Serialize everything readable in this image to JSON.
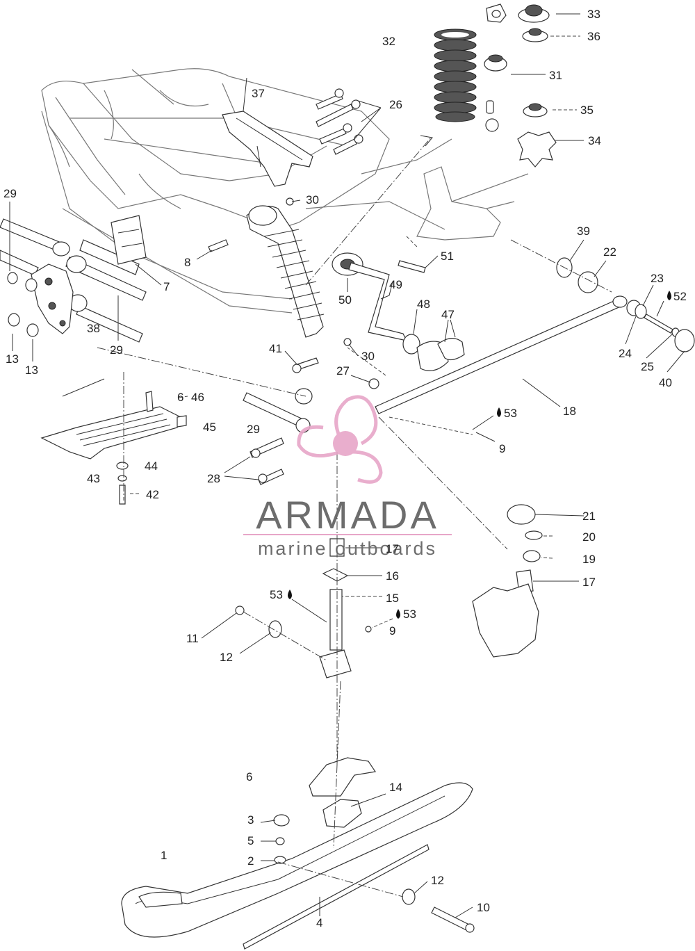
{
  "brand": {
    "name": "ARMADA",
    "tagline": "marine outboards",
    "colors": {
      "logo": "#e7a6c8",
      "text": "#6d6d6d"
    }
  },
  "callouts": [
    {
      "id": "c1",
      "text": "1"
    },
    {
      "id": "c2",
      "text": "2"
    },
    {
      "id": "c3",
      "text": "3"
    },
    {
      "id": "c4",
      "text": "4"
    },
    {
      "id": "c5",
      "text": "5"
    },
    {
      "id": "c6a",
      "text": "6"
    },
    {
      "id": "c6b",
      "text": "6"
    },
    {
      "id": "c7",
      "text": "7"
    },
    {
      "id": "c8",
      "text": "8"
    },
    {
      "id": "c9a",
      "text": "9"
    },
    {
      "id": "c9b",
      "text": "9"
    },
    {
      "id": "c10",
      "text": "10"
    },
    {
      "id": "c11",
      "text": "11"
    },
    {
      "id": "c12a",
      "text": "12"
    },
    {
      "id": "c12b",
      "text": "12"
    },
    {
      "id": "c13a",
      "text": "13"
    },
    {
      "id": "c13b",
      "text": "13"
    },
    {
      "id": "c14",
      "text": "14"
    },
    {
      "id": "c15",
      "text": "15"
    },
    {
      "id": "c16",
      "text": "16"
    },
    {
      "id": "c17a",
      "text": "17"
    },
    {
      "id": "c17b",
      "text": "17"
    },
    {
      "id": "c18",
      "text": "18"
    },
    {
      "id": "c19",
      "text": "19"
    },
    {
      "id": "c20",
      "text": "20"
    },
    {
      "id": "c21",
      "text": "21"
    },
    {
      "id": "c22",
      "text": "22"
    },
    {
      "id": "c23",
      "text": "23"
    },
    {
      "id": "c24",
      "text": "24"
    },
    {
      "id": "c25",
      "text": "25"
    },
    {
      "id": "c26",
      "text": "26"
    },
    {
      "id": "c27",
      "text": "27"
    },
    {
      "id": "c28",
      "text": "28"
    },
    {
      "id": "c29a",
      "text": "29"
    },
    {
      "id": "c29b",
      "text": "29"
    },
    {
      "id": "c29c",
      "text": "29"
    },
    {
      "id": "c30a",
      "text": "30"
    },
    {
      "id": "c30b",
      "text": "30"
    },
    {
      "id": "c31",
      "text": "31"
    },
    {
      "id": "c32",
      "text": "32"
    },
    {
      "id": "c33",
      "text": "33"
    },
    {
      "id": "c34",
      "text": "34"
    },
    {
      "id": "c35",
      "text": "35"
    },
    {
      "id": "c36",
      "text": "36"
    },
    {
      "id": "c37",
      "text": "37"
    },
    {
      "id": "c38",
      "text": "38"
    },
    {
      "id": "c39",
      "text": "39"
    },
    {
      "id": "c40",
      "text": "40"
    },
    {
      "id": "c41",
      "text": "41"
    },
    {
      "id": "c42",
      "text": "42"
    },
    {
      "id": "c43",
      "text": "43"
    },
    {
      "id": "c44",
      "text": "44"
    },
    {
      "id": "c45",
      "text": "45"
    },
    {
      "id": "c46",
      "text": "46"
    },
    {
      "id": "c47",
      "text": "47"
    },
    {
      "id": "c48",
      "text": "48"
    },
    {
      "id": "c49",
      "text": "49"
    },
    {
      "id": "c50",
      "text": "50"
    },
    {
      "id": "c51",
      "text": "51"
    },
    {
      "id": "c52",
      "text": "52"
    },
    {
      "id": "c53a",
      "text": "53"
    },
    {
      "id": "c53b",
      "text": "53"
    },
    {
      "id": "c53c",
      "text": "53"
    }
  ]
}
